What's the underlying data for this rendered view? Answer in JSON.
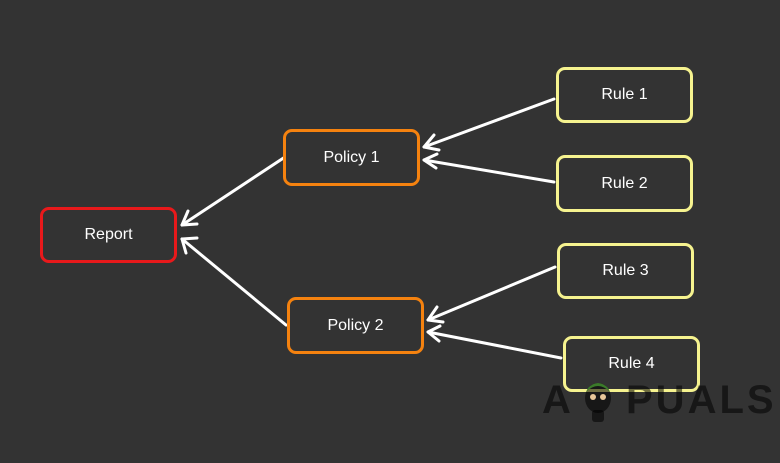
{
  "colors": {
    "background": "#333333",
    "edge": "#ffffff",
    "report_border": "#e8191b",
    "policy_border": "#f5820f",
    "rule_border": "#f6f38f",
    "text": "#ffffff"
  },
  "nodes": {
    "report": {
      "label": "Report",
      "level": "report"
    },
    "policy1": {
      "label": "Policy 1",
      "level": "policy"
    },
    "policy2": {
      "label": "Policy 2",
      "level": "policy"
    },
    "rule1": {
      "label": "Rule 1",
      "level": "rule"
    },
    "rule2": {
      "label": "Rule 2",
      "level": "rule"
    },
    "rule3": {
      "label": "Rule 3",
      "level": "rule"
    },
    "rule4": {
      "label": "Rule 4",
      "level": "rule"
    }
  },
  "edges": [
    {
      "from": "rule1",
      "to": "policy1"
    },
    {
      "from": "rule2",
      "to": "policy1"
    },
    {
      "from": "rule3",
      "to": "policy2"
    },
    {
      "from": "rule4",
      "to": "policy2"
    },
    {
      "from": "policy1",
      "to": "report"
    },
    {
      "from": "policy2",
      "to": "report"
    }
  ],
  "watermark": {
    "text_left": "A",
    "text_right": "PUALS",
    "logo_icon": "appuals-mascot-icon"
  }
}
